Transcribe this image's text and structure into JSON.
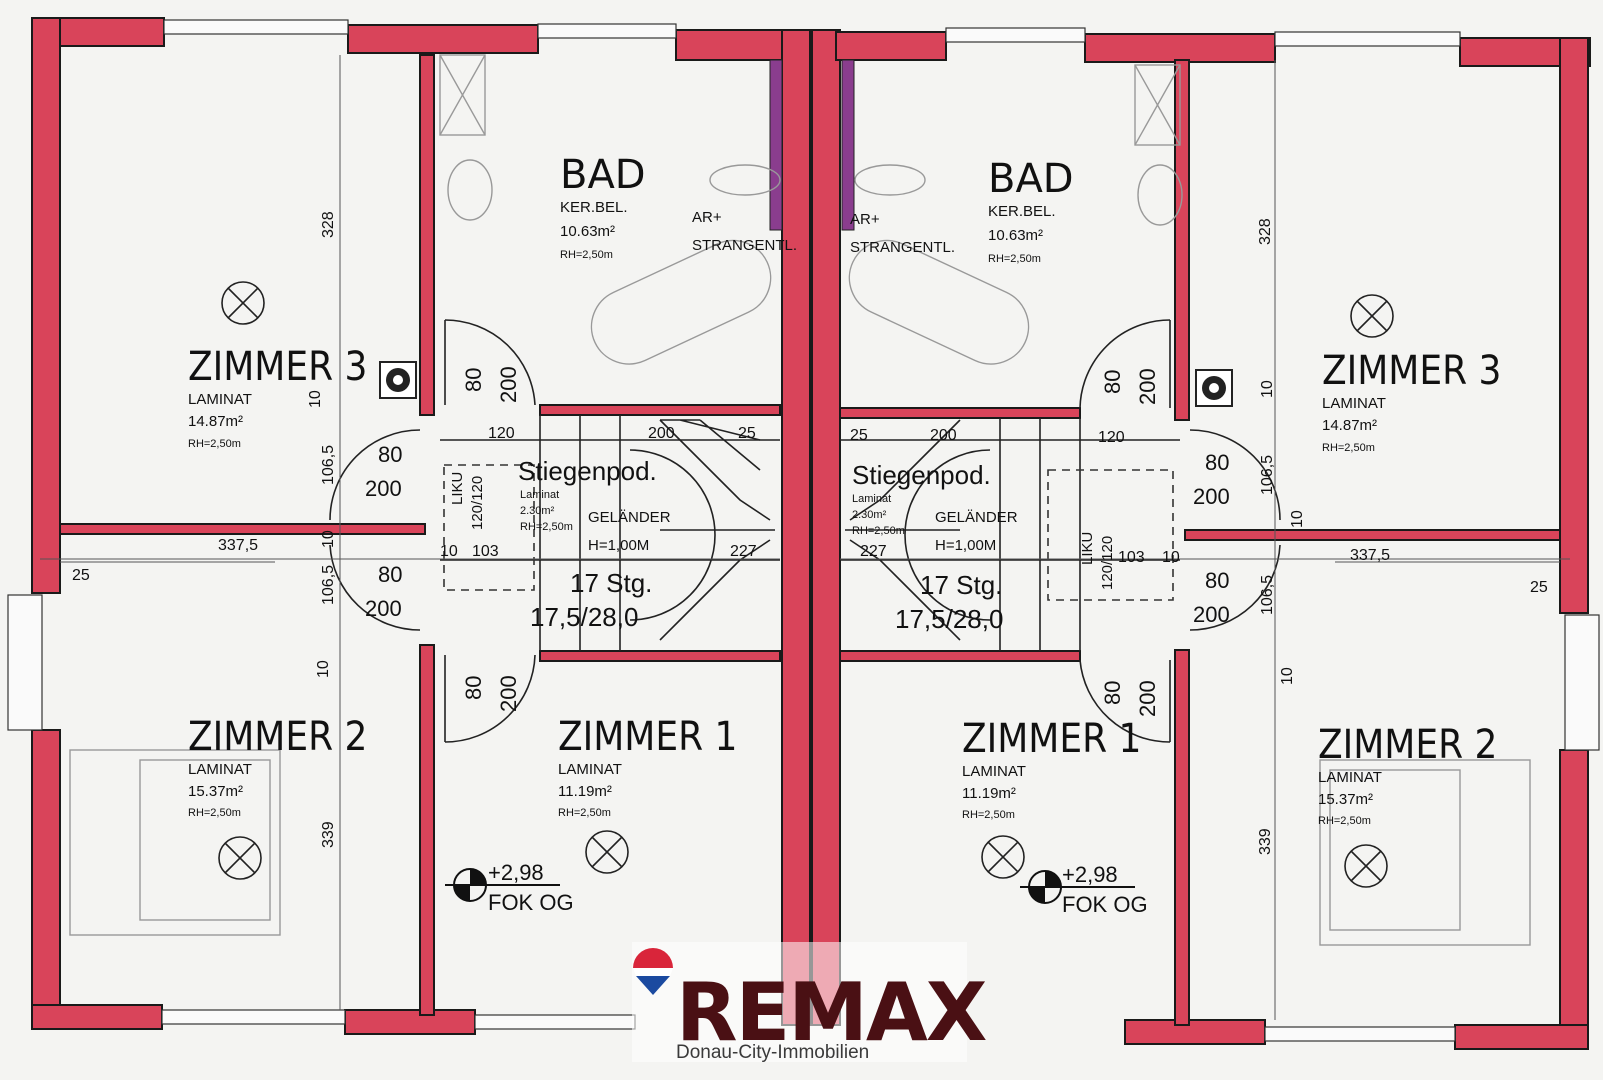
{
  "rooms": {
    "left": {
      "z3": {
        "name": "ZIMMER 3",
        "floor": "LAMINAT",
        "area": "14.87m²",
        "height": "RH=2,50m"
      },
      "z2": {
        "name": "ZIMMER 2",
        "floor": "LAMINAT",
        "area": "15.37m²",
        "height": "RH=2,50m"
      },
      "z1": {
        "name": "ZIMMER 1",
        "floor": "LAMINAT",
        "area": "11.19m²",
        "height": "RH=2,50m"
      },
      "bad": {
        "name": "BAD",
        "floor": "KER.BEL.",
        "area": "10.63m²",
        "height": "RH=2,50m",
        "note1": "AR+",
        "note2": "STRANGENTL."
      },
      "stiege": {
        "name": "Stiegenpod.",
        "floor": "Laminat",
        "area": "2.30m²",
        "height": "RH=2,50m",
        "rail": "GELÄNDER",
        "rail_h": "H=1,00M",
        "steps": "17 Stg.",
        "ratio": "17,5/28,0",
        "liku": "LIKU",
        "liku_size": "120/120"
      }
    },
    "right": {
      "z3": {
        "name": "ZIMMER 3",
        "floor": "LAMINAT",
        "area": "14.87m²",
        "height": "RH=2,50m"
      },
      "z2": {
        "name": "ZIMMER 2",
        "floor": "LAMINAT",
        "area": "15.37m²",
        "height": "RH=2,50m"
      },
      "z1": {
        "name": "ZIMMER 1",
        "floor": "LAMINAT",
        "area": "11.19m²",
        "height": "RH=2,50m"
      },
      "bad": {
        "name": "BAD",
        "floor": "KER.BEL.",
        "area": "10.63m²",
        "height": "RH=2,50m",
        "note1": "AR+",
        "note2": "STRANGENTL."
      },
      "stiege": {
        "name": "Stiegenpod.",
        "floor": "Laminat",
        "area": "2.30m²",
        "height": "RH=2,50m",
        "rail": "GELÄNDER",
        "rail_h": "H=1,00M",
        "steps": "17 Stg.",
        "ratio": "17,5/28,0",
        "liku": "LIKU",
        "liku_size": "120/120"
      }
    }
  },
  "dims": {
    "d328": "328",
    "d339": "339",
    "d1065": "106,5",
    "d10": "10",
    "d3375": "337,5",
    "d25": "25",
    "d120": "120",
    "d200": "200",
    "d80": "80",
    "d103": "103",
    "d227": "227"
  },
  "level": {
    "value": "+2,98",
    "label": "FOK OG"
  },
  "branding": {
    "logo": "REMAX",
    "sub": "Donau-City-Immobilien",
    "balloon_colors": [
      "#d9253a",
      "#ffffff",
      "#1b4aa0"
    ]
  }
}
